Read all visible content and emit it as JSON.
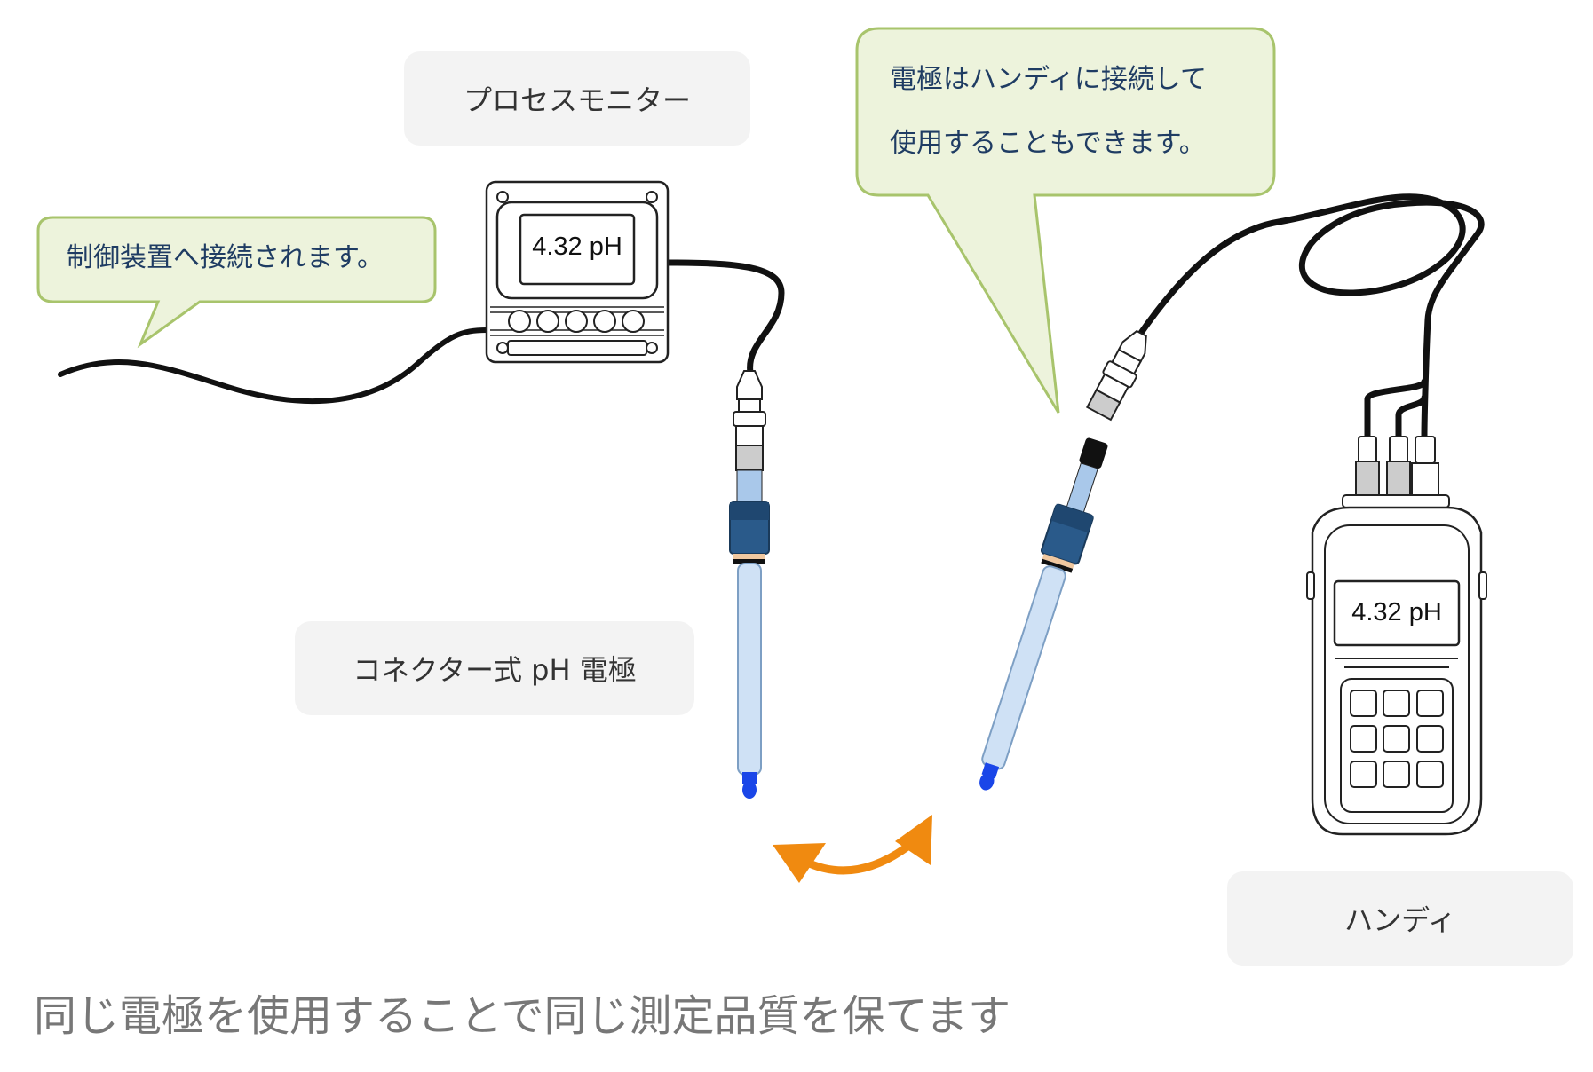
{
  "labels": {
    "process_monitor": "プロセスモニター",
    "connector_electrode": "コネクター式 pH 電極",
    "handy": "ハンディ"
  },
  "callouts": {
    "control_device": "制御装置へ接続されます。",
    "handy_line1": "電極はハンディに接続して",
    "handy_line2": "使用することもできます。"
  },
  "readouts": {
    "monitor": "4.32 pH",
    "handy": "4.32 pH"
  },
  "caption": "同じ電極を使用することで同じ測定品質を保てます",
  "colors": {
    "callout_fill": "#edf3dc",
    "callout_border": "#a8c46c",
    "label_fill": "#f3f3f3",
    "electrode_tube": "#cfe1f5",
    "electrode_cap": "#2a5a8a",
    "electrode_tip": "#1a46e8",
    "swap_arrow": "#f08a10",
    "cable": "#111111"
  },
  "icons": {
    "swap": "double-headed-curved-arrow"
  }
}
